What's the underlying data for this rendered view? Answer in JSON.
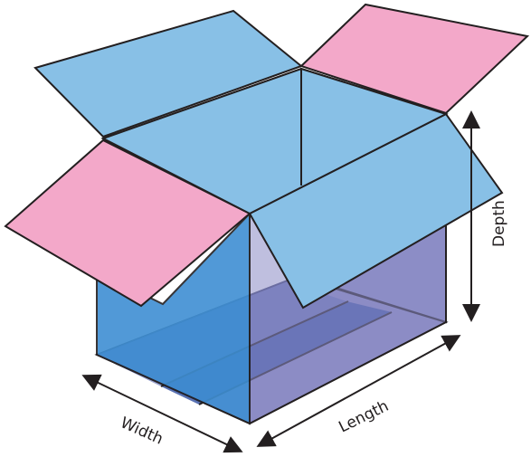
{
  "labels": {
    "width": "Width",
    "length": "Length",
    "depth": "Depth"
  },
  "colors": {
    "outline": "#231f20",
    "flap_blue": "#88c0e6",
    "flap_pink": "#f3a8c9",
    "front_wall": "#3f8fd3",
    "back_wall": "#8f90c6",
    "floor": "#8e8ec4",
    "floor_shadow": "#2f4fa0",
    "interior_back": "#7ca8dc",
    "arrow": "#231f20"
  },
  "icons": {
    "arrow_icon": "double-headed-arrow"
  }
}
